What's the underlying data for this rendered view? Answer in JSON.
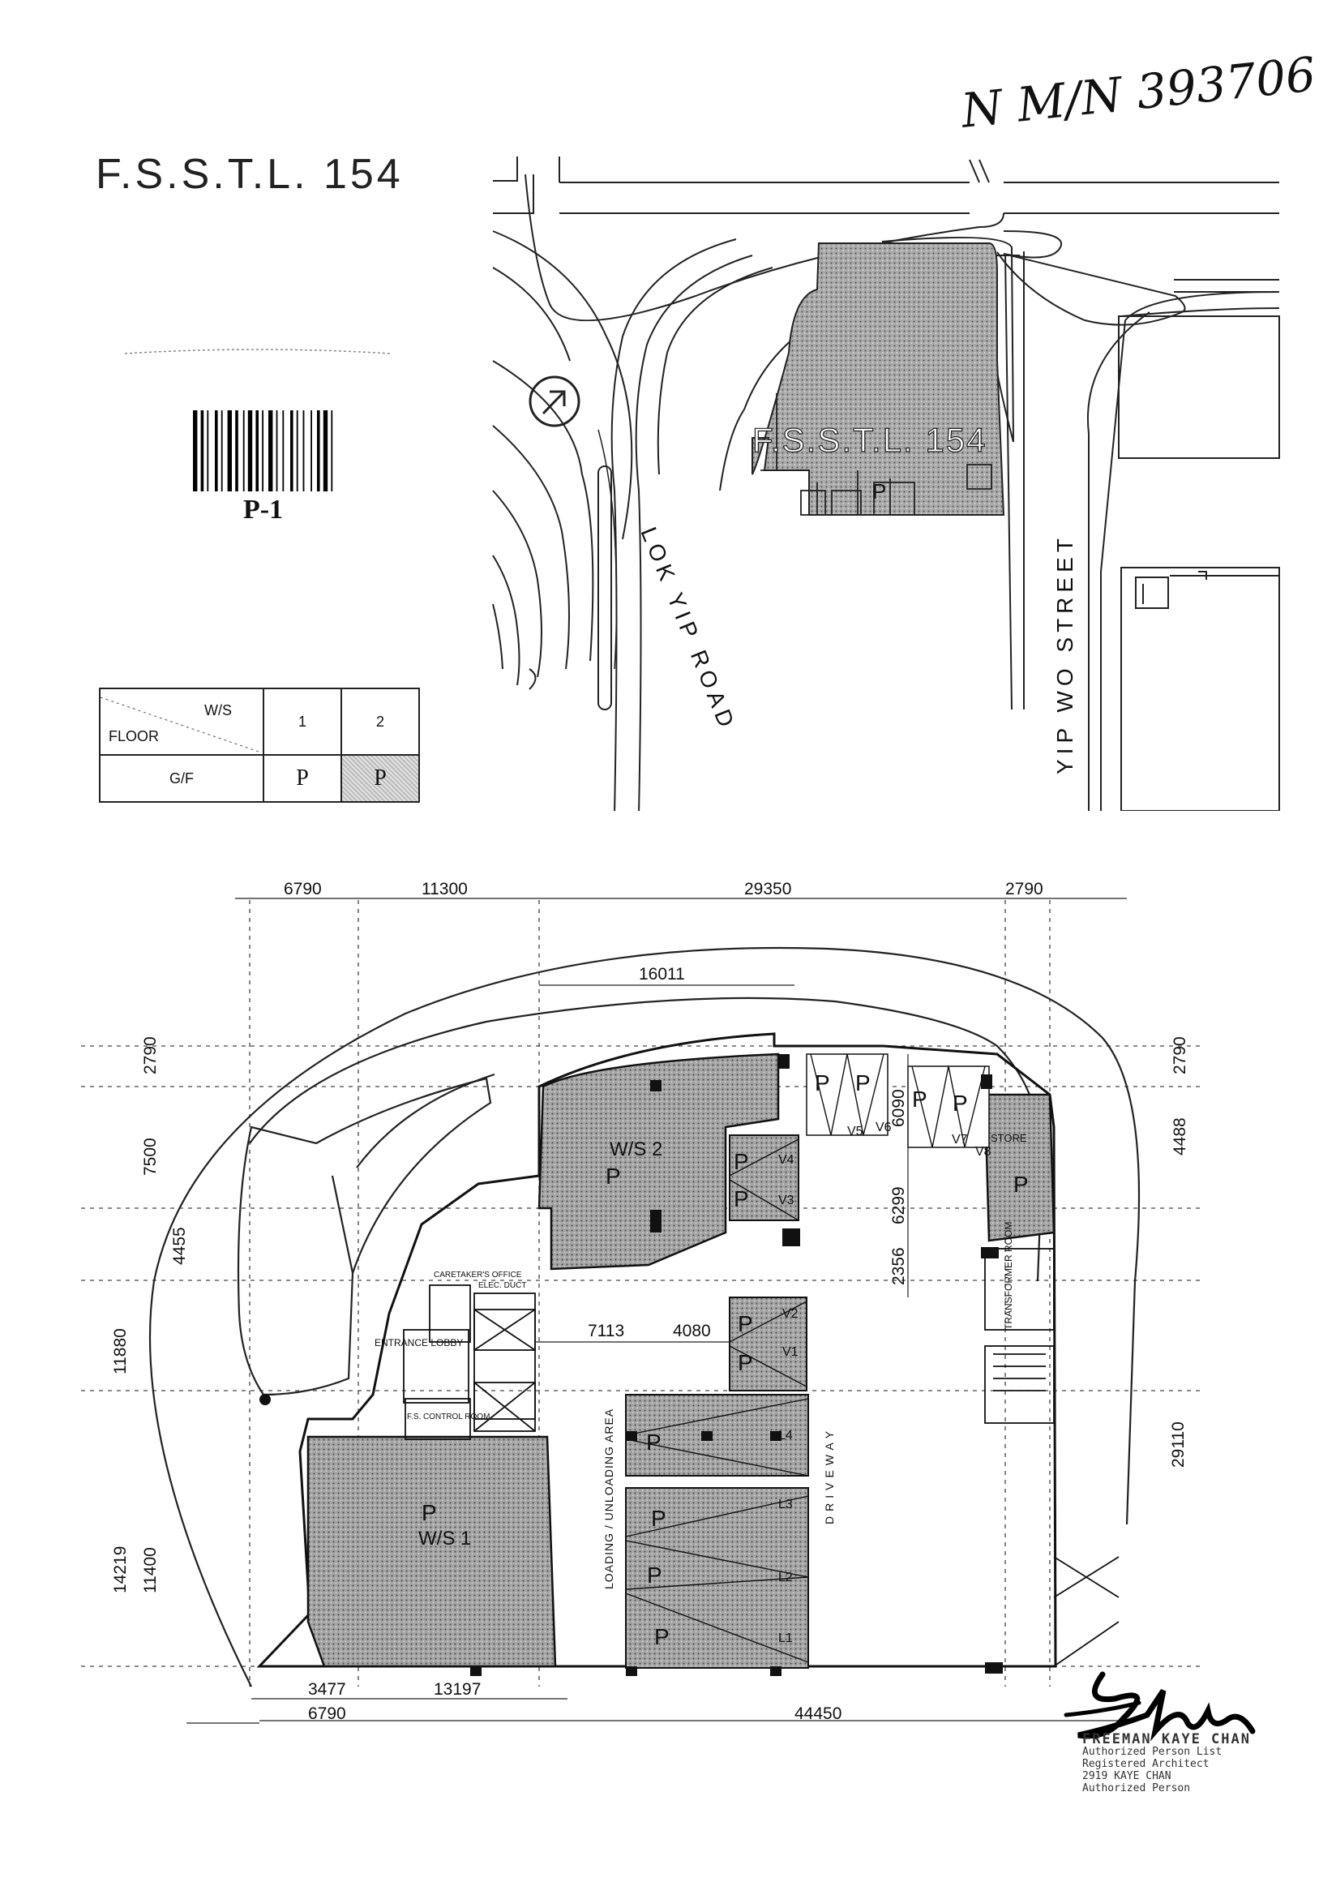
{
  "header": {
    "title": "F.S.S.T.L. 154",
    "handwritten_ref": "N M/N 393706"
  },
  "barcode": {
    "label": "P-1"
  },
  "legend": {
    "corner_col": "W/S",
    "corner_row": "FLOOR",
    "columns": [
      "1",
      "2"
    ],
    "rows": [
      {
        "floor": "G/F",
        "values": [
          "P",
          "P"
        ]
      }
    ]
  },
  "site_plan": {
    "lot_label": "F.S.S.T.L. 154",
    "parking_mark": "P",
    "roads": [
      "LOK YIP ROAD",
      "YIP WO STREET"
    ]
  },
  "floor_plan": {
    "top_dims": [
      "6790",
      "11300",
      "29350",
      "2790"
    ],
    "inner_dim": "16011",
    "left_dims": [
      "2790",
      "7500",
      "4455",
      "11880",
      "14219",
      "11400"
    ],
    "right_dims": [
      "2790",
      "4488",
      "29110"
    ],
    "bottom_dims": [
      "3477",
      "13197",
      "6790",
      "44450"
    ],
    "middle_dims": [
      "7113",
      "4080",
      "6090",
      "6299",
      "2356"
    ],
    "workshops": [
      "W/S 2",
      "W/S 1"
    ],
    "rooms": [
      "STORE",
      "TRANSFORMER ROOM",
      "CARETAKER'S OFFICE",
      "ELEC. DUCT",
      "ENTRANCE LOBBY",
      "F.S. CONTROL ROOM"
    ],
    "bays": [
      "V5",
      "V6",
      "V7",
      "V8",
      "V4",
      "V3",
      "V2",
      "V1",
      "L4",
      "L3",
      "L2",
      "L1"
    ],
    "labels": {
      "loading": "LOADING / UNLOADING AREA",
      "driveway": "DRIVEWAY"
    },
    "parking_mark": "P"
  },
  "stamp": {
    "firm": "FREEMAN KAYE CHAN",
    "lines": [
      "Authorized Person List",
      "Registered Architect",
      "2919 KAYE CHAN",
      "Authorized Person"
    ]
  }
}
